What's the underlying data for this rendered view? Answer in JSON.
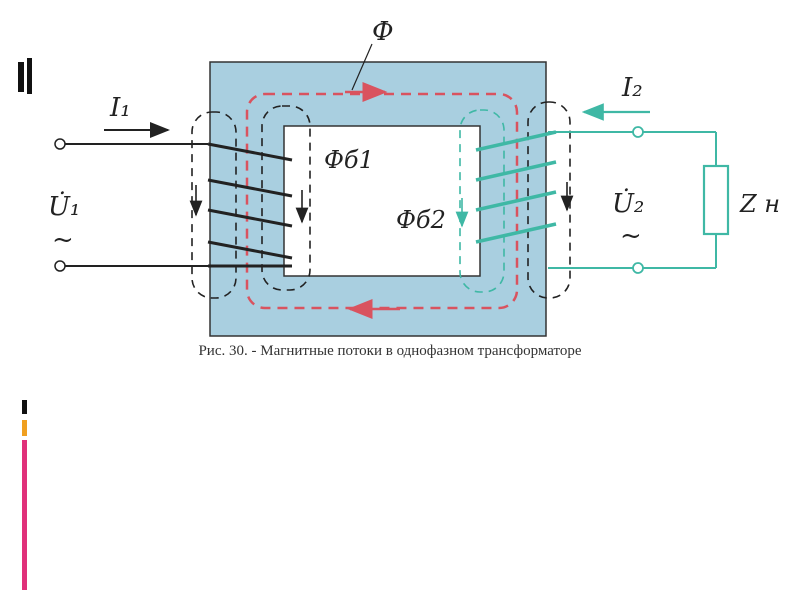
{
  "labels": {
    "phi": "Ф",
    "phi_s1": "Фб1",
    "phi_s2": "Фб2",
    "i1": "I₁",
    "i2": "I₂",
    "u1": "U̇₁",
    "u2": "U̇₂",
    "ac1": "~",
    "ac2": "~",
    "zh": "Z н"
  },
  "caption": "Рис. 30. - Магнитные потоки в однофазном трансформаторе",
  "colors": {
    "core_fill": "#a9cfe0",
    "core_stroke": "#333333",
    "primary": "#222222",
    "secondary": "#3fb8a5",
    "main_flux": "#d9535f",
    "leak_primary": "#222222",
    "leak_secondary": "#3fb8a5",
    "accent_black": "#111111",
    "accent_orange": "#f0a020",
    "accent_pink": "#e0307a"
  }
}
